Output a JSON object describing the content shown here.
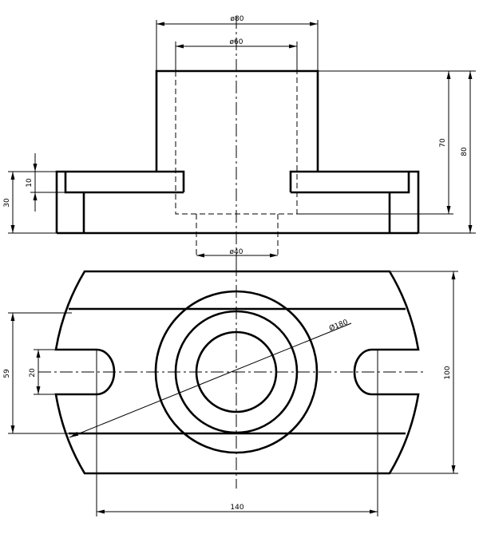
{
  "drawing": {
    "type": "technical-drawing",
    "views": [
      "front-section",
      "top"
    ],
    "line_color": "#000000",
    "background": "#ffffff"
  },
  "dimensions": {
    "d80": "ø80",
    "d60": "ø60",
    "d40": "ø40",
    "h70": "70",
    "h80": "80",
    "h10": "10",
    "h30": "30",
    "w100": "100",
    "h59": "59",
    "h20": "20",
    "w140": "140",
    "d180": "Ø180"
  }
}
